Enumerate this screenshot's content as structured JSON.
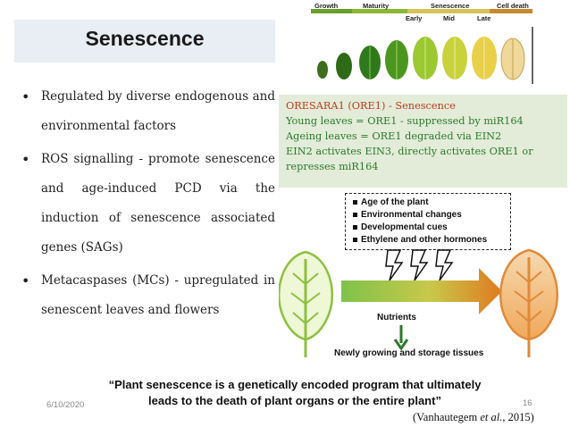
{
  "slide": {
    "title": "Senescence",
    "bullets": [
      "Regulated by diverse endogenous and environmental factors",
      "ROS signalling - promote senescence and age-induced PCD via the induction of senescence associated genes (SAGs)",
      "Metacaspases (MCs) - upregulated in senescent leaves and flowers"
    ],
    "bullet_glyph": "•"
  },
  "leaf_stages": {
    "main": [
      "Growth",
      "Maturity",
      "Senescence",
      "Cell death"
    ],
    "sub": [
      "Early",
      "Mid",
      "Late"
    ],
    "colors": {
      "growth": "#6a9e2a",
      "maturity": "#8ab830",
      "senescence": "#d4c25a",
      "cell_death": "#c8882e"
    }
  },
  "ore1_box": {
    "title": "ORESARA1 (ORE1) - Senescence",
    "lines": [
      "Young leaves = ORE1 - suppressed by miR164",
      "Ageing leaves = ORE1 degraded via EIN2",
      "EIN2 activates EIN3, directly activates ORE1 or represses miR164"
    ]
  },
  "diagram": {
    "factors": [
      "Age of the plant",
      "Environmental changes",
      "Developmental cues",
      "Ethylene and other hormones"
    ],
    "nutrients_label": "Nutrients",
    "target_label": "Newly growing and storage tissues"
  },
  "quote": {
    "line1": "“Plant senescence is a genetically encoded program that ultimately",
    "line2": "leads to the death of plant organs or the entire plant”"
  },
  "footer": {
    "date": "6/10/2020",
    "page_number": "16",
    "citation_open": "(Vanhautegem ",
    "citation_italic": "et al.",
    "citation_close": ", 2015)"
  }
}
